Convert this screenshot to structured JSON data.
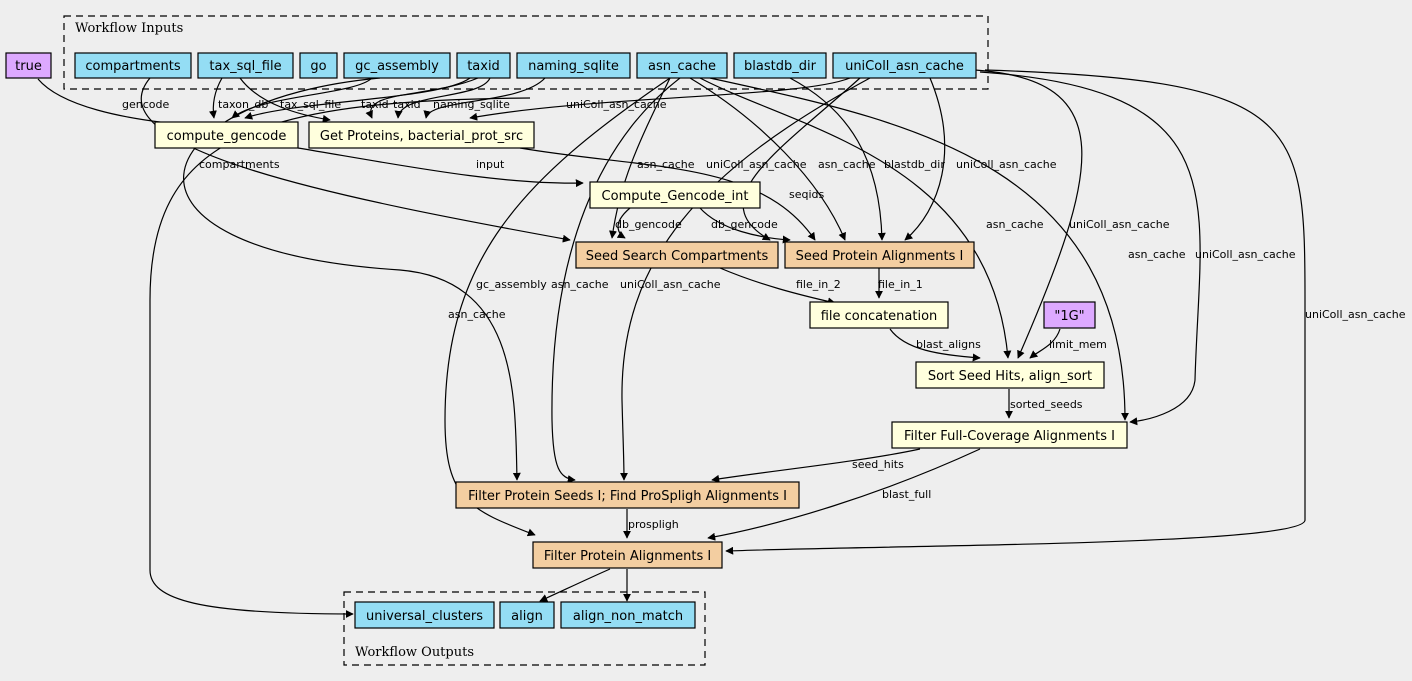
{
  "clusters": {
    "inputs": "Workflow Inputs",
    "outputs": "Workflow Outputs"
  },
  "colors": {
    "background": "#eeeeee",
    "input": "#94ddf4",
    "output": "#94ddf4",
    "literal": "#dda9ff",
    "step_light": "#ffffdd",
    "step_orange": "#f3cea1"
  },
  "nodes": {
    "true_literal": "true",
    "compartments": "compartments",
    "tax_sql_file": "tax_sql_file",
    "go": "go",
    "gc_assembly": "gc_assembly",
    "taxid": "taxid",
    "naming_sqlite": "naming_sqlite",
    "asn_cache": "asn_cache",
    "blastdb_dir": "blastdb_dir",
    "unicoll_asn_cache": "uniColl_asn_cache",
    "compute_gencode": "compute_gencode",
    "get_proteins": "Get Proteins, bacterial_prot_src",
    "compute_gencode_int": "Compute_Gencode_int",
    "seed_search": "Seed Search Compartments",
    "seed_protein": "Seed Protein Alignments I",
    "file_concat": "file concatenation",
    "literal_1g": "\"1G\"",
    "sort_seed_hits": "Sort Seed Hits, align_sort",
    "filter_full": "Filter Full-Coverage Alignments I",
    "filter_seeds": "Filter Protein Seeds I; Find ProSpligh Alignments I",
    "filter_align": "Filter Protein Alignments I",
    "universal_clusters": "universal_clusters",
    "align": "align",
    "align_non_match": "align_non_match"
  },
  "edge_labels": {
    "gencode": "gencode",
    "taxon_db": "taxon_db",
    "tax_sql_file": "tax_sql_file",
    "taxid_a": "taxid",
    "taxid_b": "taxid",
    "naming_sqlite": "naming_sqlite",
    "unicoll_getprot": "uniColl_asn_cache",
    "compartments": "compartments",
    "input": "input",
    "asn_cache_cgi": "asn_cache",
    "unicoll_seed": "uniColl_asn_cache",
    "asn_cache_seed": "asn_cache",
    "blastdb_dir": "blastdb_dir",
    "unicoll_seed2": "uniColl_asn_cache",
    "seqids": "seqids",
    "db_gencode_a": "db_gencode",
    "db_gencode_b": "db_gencode",
    "asn_cache_sort": "asn_cache",
    "unicoll_sort": "uniColl_asn_cache",
    "gc_assembly": "gc_assembly",
    "asn_cache_fs": "asn_cache",
    "unicoll_fs": "uniColl_asn_cache",
    "file_in_2": "file_in_2",
    "file_in_1": "file_in_1",
    "asn_cache_fa": "asn_cache",
    "asn_cache_full": "asn_cache",
    "unicoll_full": "uniColl_asn_cache",
    "unicoll_fa": "uniColl_asn_cache",
    "blast_aligns": "blast_aligns",
    "limit_mem": "limit_mem",
    "sorted_seeds": "sorted_seeds",
    "seed_hits": "seed_hits",
    "blast_full": "blast_full",
    "prospligh": "prospligh"
  }
}
